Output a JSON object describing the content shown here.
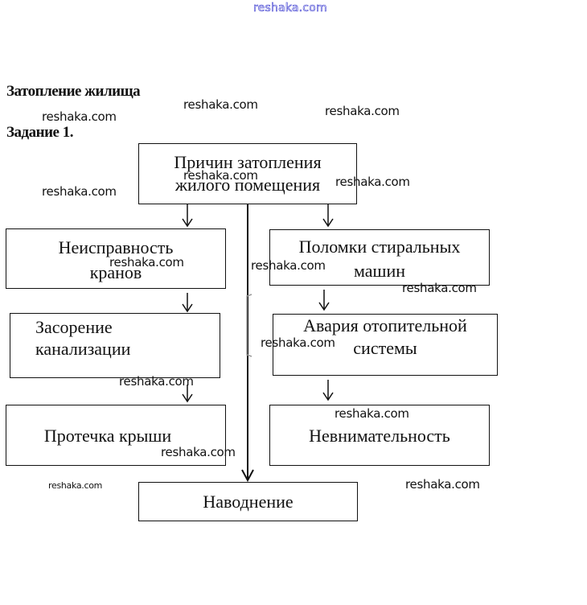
{
  "site_logo": "reshaka.com",
  "heading": "Затопление жилища",
  "task_label": "Задание 1.",
  "watermark": "reshaka.com",
  "diagram": {
    "root": {
      "line1": "Причин затопления",
      "line2": "жилого помещения"
    },
    "left_chain": [
      {
        "line1": "Неисправность",
        "line2": "кранов"
      },
      {
        "line1": "Засорение",
        "line2": "канализации"
      },
      {
        "line1": "Протечка крыши",
        "line2": ""
      }
    ],
    "right_chain": [
      {
        "line1": "Поломки стиральных",
        "line2": "машин"
      },
      {
        "line1": "Авария отопительной",
        "line2": "системы"
      },
      {
        "line1": "Невнимательность",
        "line2": ""
      }
    ],
    "result": {
      "label": "Наводнение"
    }
  }
}
